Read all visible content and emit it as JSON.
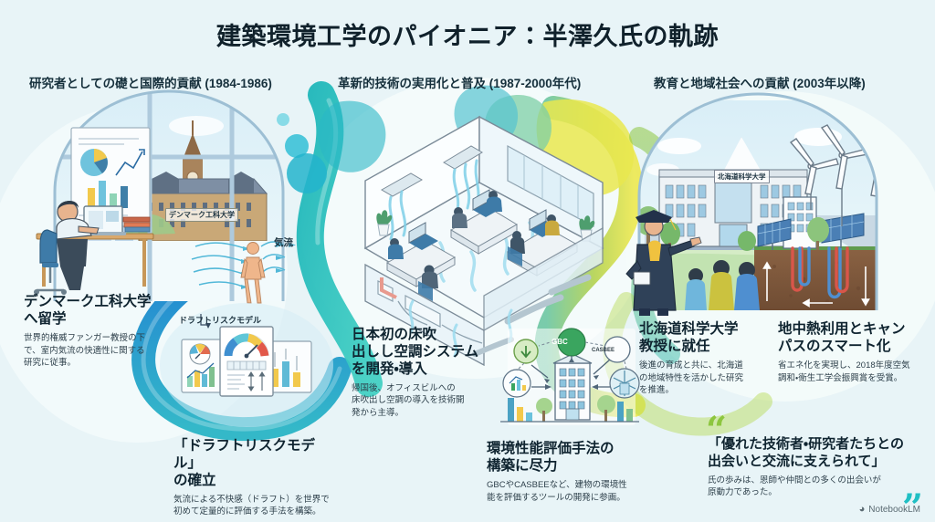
{
  "meta": {
    "watermark": "NotebookLM",
    "watermark_icon": "notebooklm-logo-icon",
    "bg_color": "#e8f4f7"
  },
  "header": {
    "title": "建築環境工学のパイオニア：半澤久氏の軌跡"
  },
  "sections": [
    {
      "id": "sec-1",
      "label": "研究者としての礎と国際的貢献 (1984-1986)"
    },
    {
      "id": "sec-2",
      "label": "革新的技術の実用化と普及 (1987-2000年代)"
    },
    {
      "id": "sec-3",
      "label": "教育と地域社会への貢献 (2003年以降)"
    }
  ],
  "captions": [
    {
      "id": "cap-denmark",
      "title": "デンマーク工科大学\nへ留学",
      "body": "世界的権威ファンガー教授の下\nで、室内気流の快適性に関する\n研究に従事。"
    },
    {
      "id": "cap-draft-risk-model",
      "title": "「ドラフトリスクモデル」\nの確立",
      "body": "気流による不快感（ドラフト）を世界で\n初めて定量的に評価する手法を構築。"
    },
    {
      "id": "cap-underfloor-ac",
      "title": "日本初の床吹\n出しし空調システム\nを開発・導入",
      "body": "帰国後、オフィスビルへの\n床吹出し空調の導入を技術開\n発から主導。"
    },
    {
      "id": "cap-env-assessment",
      "title": "環境性能評価手法の\n構築に尽力",
      "body": "GBCやCASBEEなど、建物の環境性\n能を評価するツールの開発に参画。"
    },
    {
      "id": "cap-professor",
      "title": "北海道科学大学\n教授に就任",
      "body": "後進の育成と共に、北海道\nの地域特性を活かした研究\nを推進。"
    },
    {
      "id": "cap-geothermal",
      "title": "地中熱利用とキャン\nパスのスマート化",
      "body": "省エネ化を実現し、2018年度空気\n調和・衛生工学会振興賞を受賞。"
    }
  ],
  "quote": {
    "text": "「優れた技術者・研究者たちとの\n出会いと交流に支えられて」",
    "subtext": "氏の歩みは、恩師や仲間との多くの出会いが\n原動力であった。",
    "open_mark": "“",
    "close_mark": "”",
    "open_color": "#9ac648",
    "close_color": "#21c0c4"
  },
  "illustration_labels": {
    "dtu_building": "デンマーク工科大学",
    "airflow": "気流",
    "draft_risk_model": "ドラフトリスクモデル",
    "hokkaido_university": "北海道科学大学",
    "gbc": "GBC",
    "casbee": "CASBEE"
  },
  "palette": {
    "ribbon_blue": "#1f8fd6",
    "ribbon_teal": "#17b9b3",
    "ribbon_green": "#8cc63f",
    "ribbon_yellow": "#e9e44a",
    "accent_cyan": "#22bcd4",
    "text_dark": "#0f2430"
  }
}
